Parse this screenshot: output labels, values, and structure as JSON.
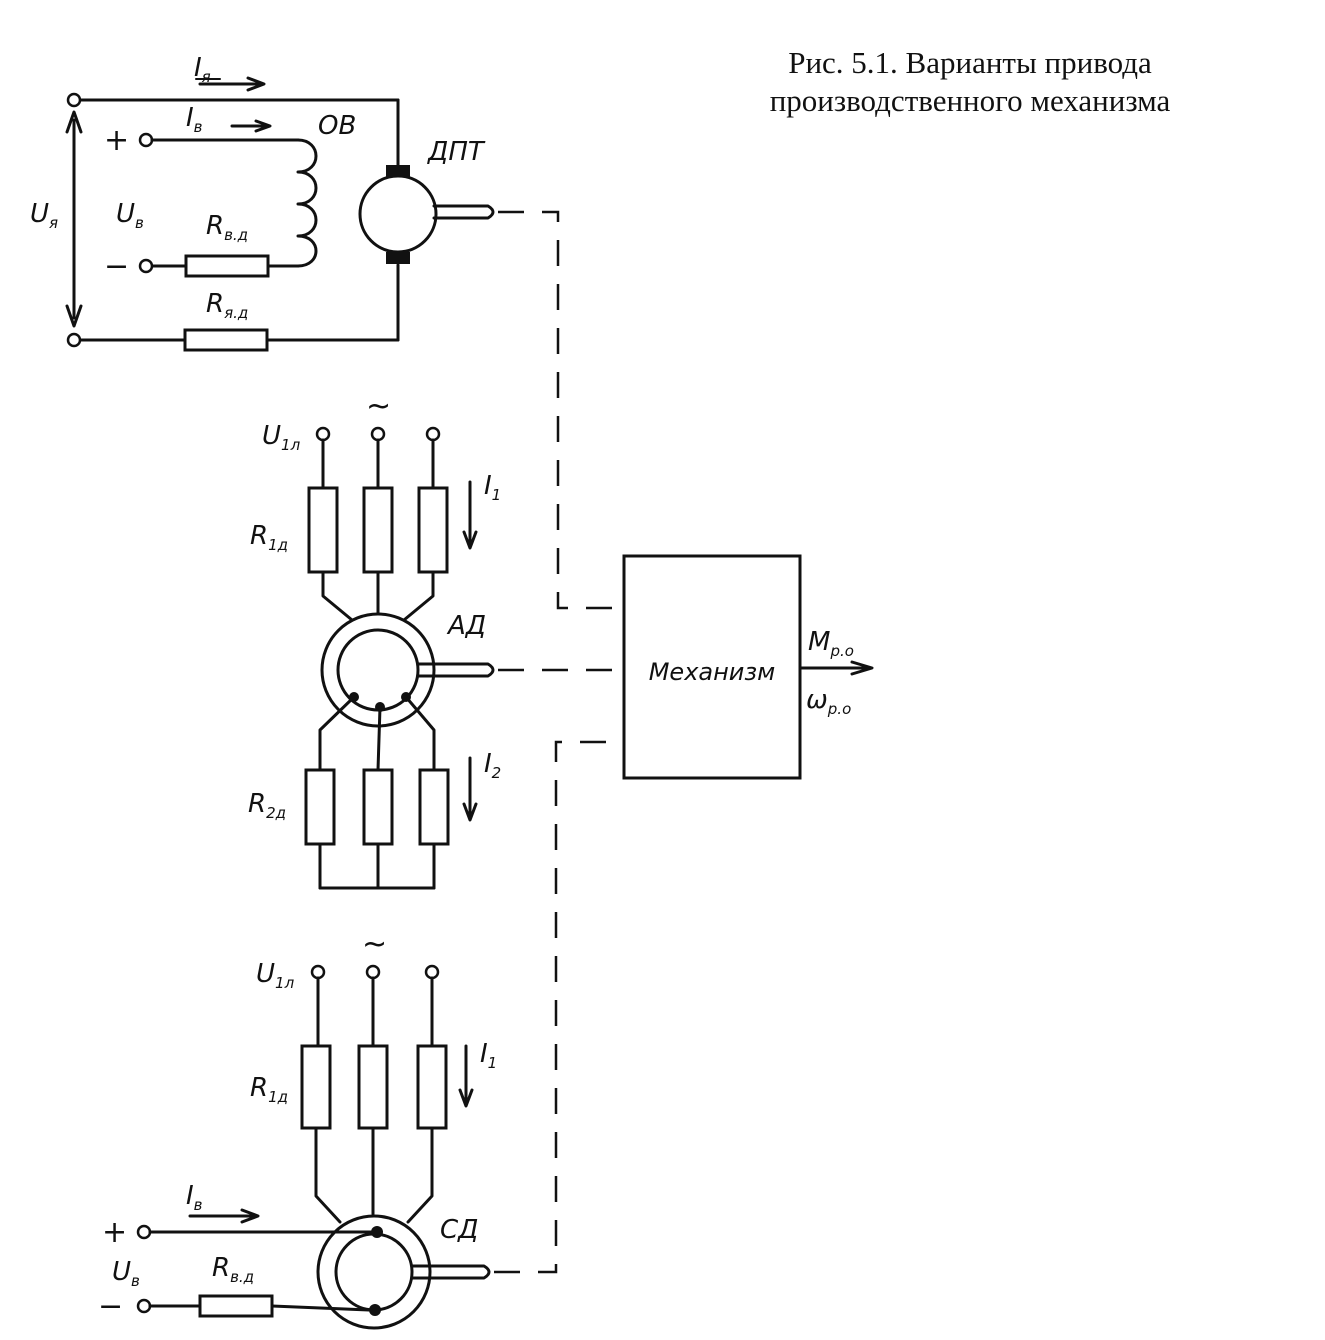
{
  "caption": {
    "line1": "Рис. 5.1. Варианты привода",
    "line2": "производственного механизма"
  },
  "dc_motor": {
    "name": "ДПТ",
    "field_winding": "ОВ",
    "armature_current": "I",
    "armature_current_sub": "я",
    "field_current": "I",
    "field_current_sub": "в",
    "armature_voltage": "U",
    "armature_voltage_sub": "я",
    "field_voltage": "U",
    "field_voltage_sub": "в",
    "field_resistor": "R",
    "field_resistor_sub": "в.д",
    "armature_resistor": "R",
    "armature_resistor_sub": "я.д",
    "plus": "+",
    "minus": "−"
  },
  "async_motor": {
    "name": "АД",
    "line_voltage": "U",
    "line_voltage_sub": "1л",
    "ac_symbol": "~",
    "stator_current": "I",
    "stator_current_sub": "1",
    "rotor_current": "I",
    "rotor_current_sub": "2",
    "stator_resistor": "R",
    "stator_resistor_sub": "1д",
    "rotor_resistor": "R",
    "rotor_resistor_sub": "2д"
  },
  "sync_motor": {
    "name": "СД",
    "line_voltage": "U",
    "line_voltage_sub": "1л",
    "ac_symbol": "~",
    "stator_current": "I",
    "stator_current_sub": "1",
    "stator_resistor": "R",
    "stator_resistor_sub": "1д",
    "field_current": "I",
    "field_current_sub": "в",
    "field_voltage": "U",
    "field_voltage_sub": "в",
    "field_resistor": "R",
    "field_resistor_sub": "в.д",
    "plus": "+",
    "minus": "−"
  },
  "mechanism": {
    "label": "Механизм",
    "torque": "M",
    "torque_sub": "р.о",
    "speed": "ω",
    "speed_sub": "р.о"
  }
}
